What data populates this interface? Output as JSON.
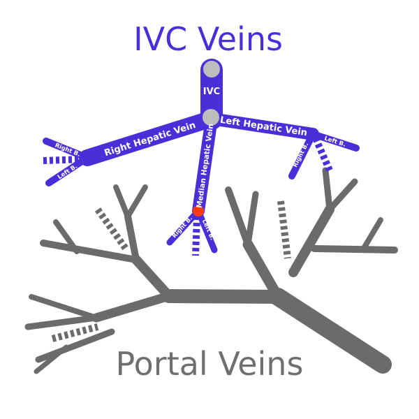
{
  "titles": {
    "ivc": "IVC Veins",
    "portal": "Portal Veins"
  },
  "labels": {
    "ivc": "IVC",
    "right_hepatic": "Right Hepatic Vein",
    "left_hepatic": "Left Hepatic Vein",
    "median_hepatic": "Median Hepatic Vein",
    "rhv_right_branch": "Right B.",
    "rhv_left_branch": "Left B.",
    "lhv_right_branch": "Right B.",
    "lhv_left_branch": "Left B.",
    "mhv_right_branch": "Right B.",
    "mhv_left_branch": "Left B."
  },
  "colors": {
    "ivc_vein": "#4a2fd8",
    "portal_vein": "#6b6b6b",
    "node": "#bdbdbd",
    "highlight": "#ff3b10",
    "title_ivc": "#4a2fd8",
    "title_portal": "#6f6f6f",
    "label_text": "#ffffff"
  }
}
